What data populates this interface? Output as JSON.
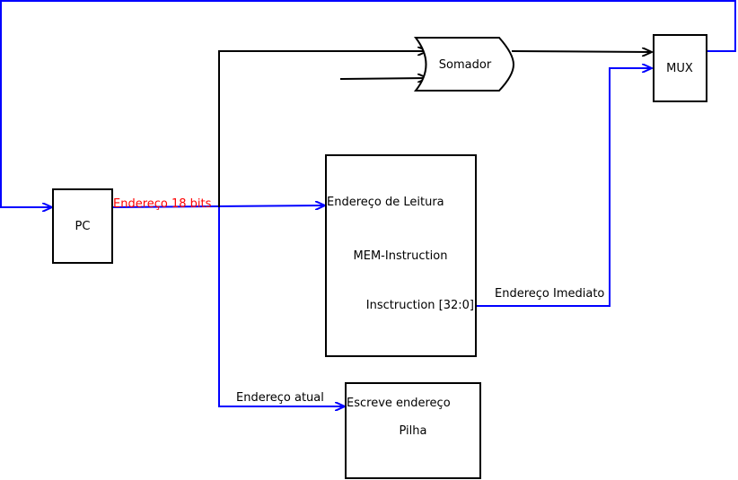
{
  "colors": {
    "bus": "#0000ff",
    "line": "#000000",
    "highlight": "#ff0000"
  },
  "blocks": {
    "pc": {
      "label": "PC"
    },
    "adder": {
      "label": "Somador"
    },
    "mux": {
      "label": "MUX"
    },
    "mem": {
      "title": "MEM-Instruction",
      "input_port": "Endereço de Leitura",
      "output_port": "Insctruction [32:0]"
    },
    "stack": {
      "title": "Pilha",
      "input_port": "Escreve endereço"
    }
  },
  "wires": {
    "pc_out": "Endereço 18 bits",
    "immediate": "Endereço Imediato",
    "current": "Endereço atual"
  }
}
